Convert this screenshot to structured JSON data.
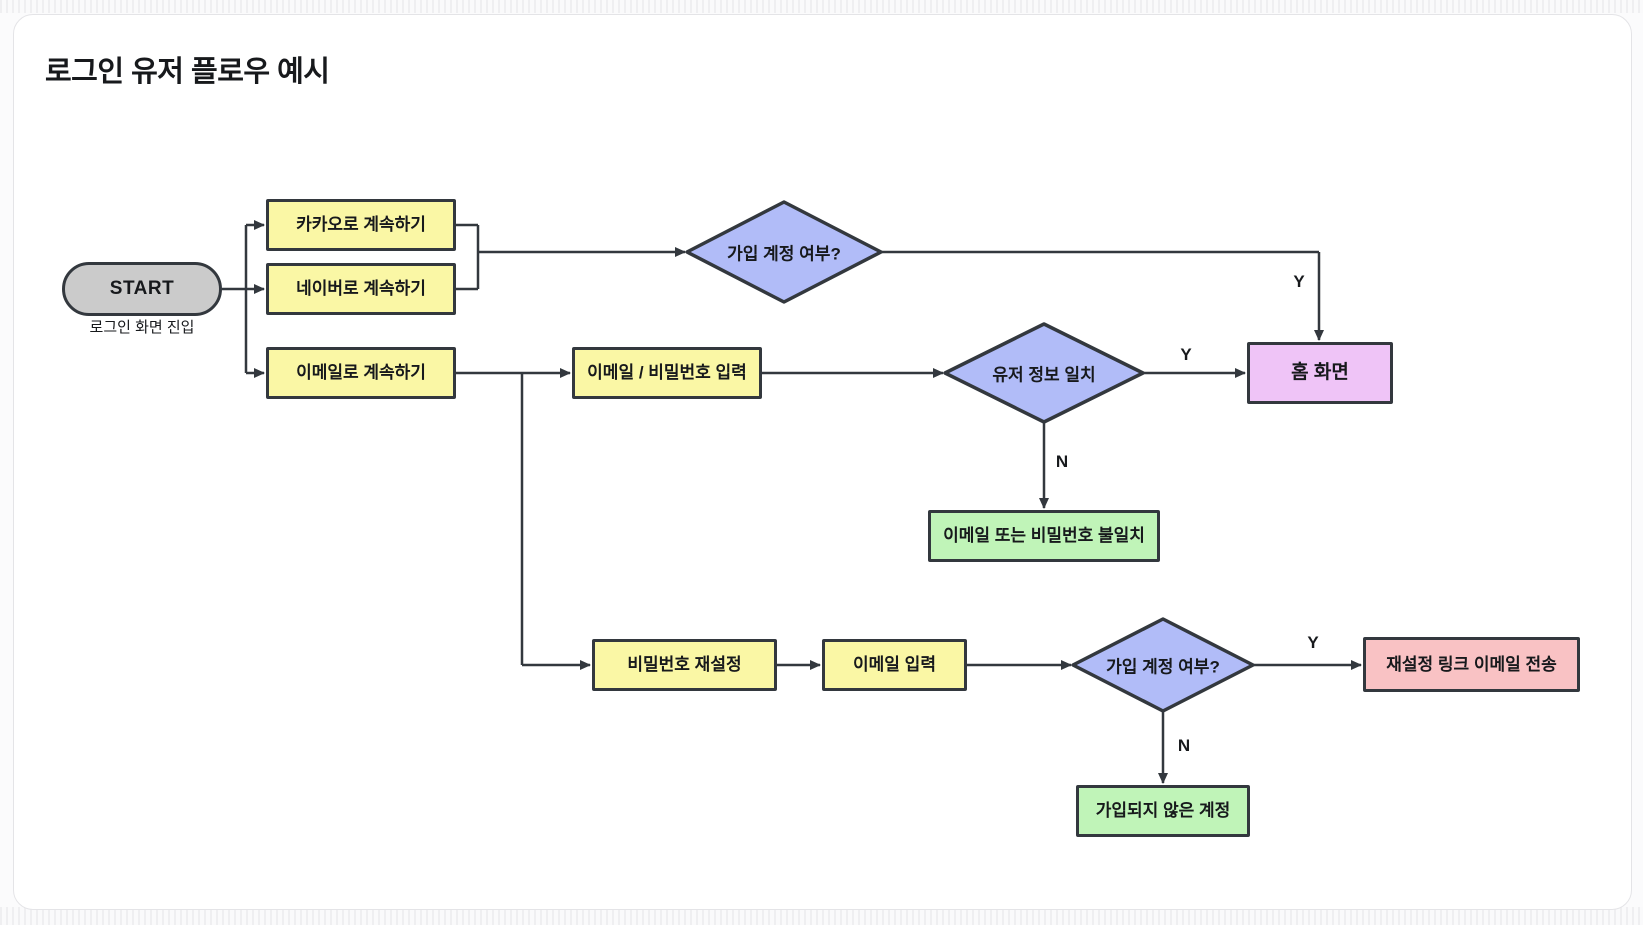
{
  "page": {
    "title": "로그인 유저 플로우 예시"
  },
  "flow": {
    "start": {
      "label": "START",
      "caption": "로그인 화면 진입"
    },
    "nodes": {
      "kakao": "카카오로 계속하기",
      "naver": "네이버로 계속하기",
      "email": "이메일로 계속하기",
      "email_pw_input": "이메일 / 비밀번호 입력",
      "pw_reset": "비밀번호 재설정",
      "email_input": "이메일 입력",
      "home": "홈 화면",
      "mismatch": "이메일 또는 비밀번호 불일치",
      "reset_link": "재설정 링크 이메일 전송",
      "no_account": "가입되지 않은 계정"
    },
    "decisions": {
      "signup_check_1": "가입 계정 여부?",
      "user_match": "유저 정보 일치",
      "signup_check_2": "가입 계정 여부?"
    },
    "edge_labels": {
      "y1": "Y",
      "y2": "Y",
      "n1": "N",
      "y3": "Y",
      "n2": "N"
    }
  },
  "colors": {
    "action_box": "#faf7a5",
    "decision_diamond": "#b1bcf8",
    "success_box": "#c0f4b8",
    "home_box": "#efc4f7",
    "alert_box": "#f9c2c4",
    "start_pill": "#cbcbcb",
    "stroke": "#33383e",
    "panel_bg": "#ffffff"
  }
}
